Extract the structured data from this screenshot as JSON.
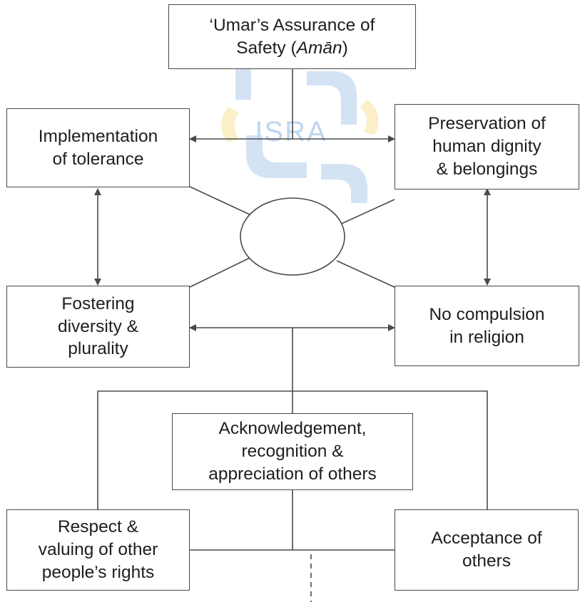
{
  "watermark": {
    "text": "ISRA",
    "colors": {
      "blue": "#cfe0f2",
      "yellow": "#fbeec2",
      "text": "#b9d2ec"
    }
  },
  "colors": {
    "line": "#4a4a4a",
    "text": "#1e1e1e"
  },
  "nodes": {
    "aman": {
      "line1": "‘Umar’s Assurance of",
      "line2_prefix": "Safety (",
      "line2_italic": "Amān",
      "line2_suffix": ")"
    },
    "tolerance": {
      "line1": "Implementation",
      "line2": "of tolerance"
    },
    "dignity": {
      "line1": "Preservation of",
      "line2": "human dignity",
      "line3": "& belongings"
    },
    "diversity": {
      "line1": "Fostering",
      "line2": "diversity &",
      "line3": "plurality"
    },
    "compulsion": {
      "line1": "No compulsion",
      "line2": "in religion"
    },
    "acknowledgement": {
      "line1": "Acknowledgement,",
      "line2": "recognition &",
      "line3": "appreciation of others"
    },
    "respect": {
      "line1": "Respect &",
      "line2": "valuing of other",
      "line3": "people’s rights"
    },
    "acceptance": {
      "line1": "Acceptance of",
      "line2": "others"
    }
  }
}
